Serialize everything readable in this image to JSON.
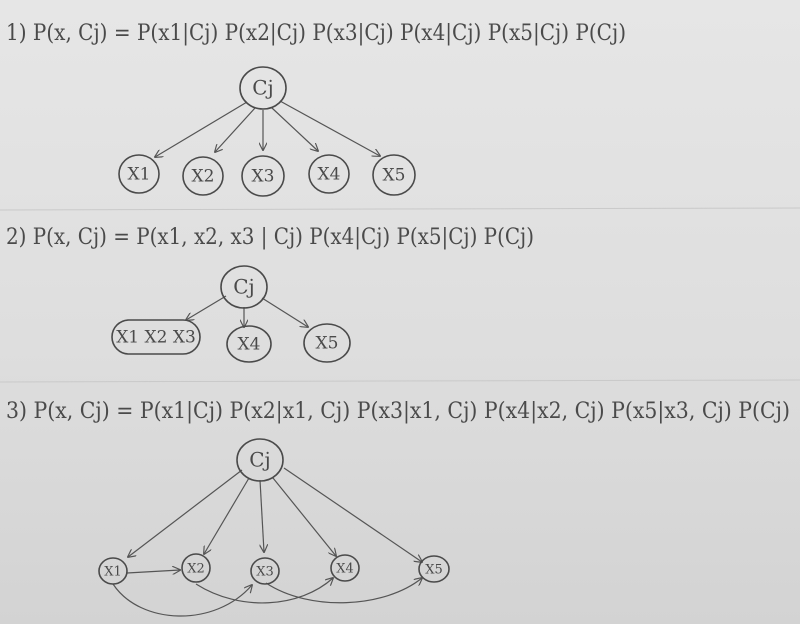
{
  "sections": [
    {
      "equation": "1) P(x, Cj) = P(x1|Cj) P(x2|Cj) P(x3|Cj) P(x4|Cj) P(x5|Cj) P(Cj)",
      "nodes": {
        "root": "Cj",
        "x1": "X1",
        "x2": "X2",
        "x3": "X3",
        "x4": "X4",
        "x5": "X5"
      }
    },
    {
      "equation": "2) P(x, Cj) = P(x1, x2, x3 | Cj) P(x4|Cj) P(x5|Cj) P(Cj)",
      "nodes": {
        "root": "Cj",
        "x123": "X1 X2 X3",
        "x4": "X4",
        "x5": "X5"
      }
    },
    {
      "equation": "3) P(x, Cj) = P(x1|Cj) P(x2|x1, Cj) P(x3|x1, Cj) P(x4|x2, Cj) P(x5|x3, Cj) P(Cj)",
      "nodes": {
        "root": "Cj",
        "x1": "X1",
        "x2": "X2",
        "x3": "X3",
        "x4": "X4",
        "x5": "X5"
      }
    }
  ]
}
